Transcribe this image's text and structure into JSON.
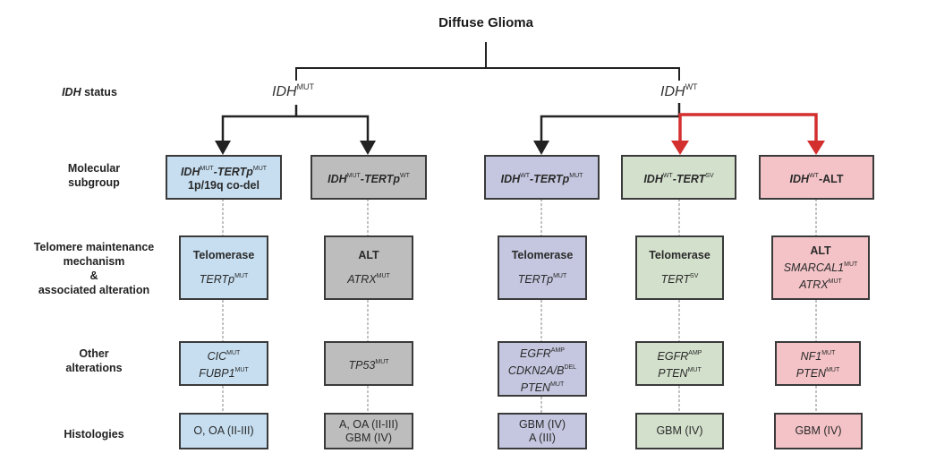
{
  "title": "Diffuse Glioma",
  "idh_branches": [
    {
      "base": "IDH",
      "sup": "MUT"
    },
    {
      "base": "IDH",
      "sup": "WT"
    }
  ],
  "row_labels": {
    "idh_status": {
      "italic": "IDH",
      "rest": " status"
    },
    "molecular_subgroup": [
      "Molecular",
      "subgroup"
    ],
    "telomere": [
      "Telomere maintenance",
      "mechanism",
      "&",
      "associated alteration"
    ],
    "other_alterations": [
      "Other",
      "alterations"
    ],
    "histologies": [
      "Histologies"
    ]
  },
  "colors": {
    "blue": "#c6def0",
    "gray": "#bdbdbd",
    "lavender": "#c4c7df",
    "green": "#d3e0cc",
    "pink": "#f3c3c7",
    "red_arrow": "#d32f2f",
    "black_arrow": "#222222"
  },
  "subgroups": [
    {
      "id": "idhmut-tertpmut",
      "name_parts": [
        {
          "t": "IDH"
        },
        {
          "s": "MUT"
        },
        {
          "t": "-TERTp"
        },
        {
          "s": "MUT"
        }
      ],
      "extra": "1p/19q co-del",
      "mechanism": "Telomerase",
      "mechanism_genes": [
        [
          {
            "t": "TERTp"
          },
          {
            "s": "MUT"
          }
        ]
      ],
      "other": [
        [
          {
            "t": "CIC"
          },
          {
            "s": "MUT"
          }
        ],
        [
          {
            "t": "FUBP1"
          },
          {
            "s": "MUT"
          }
        ]
      ],
      "histologies": [
        "O, OA (II-III)"
      ],
      "arrow": "black"
    },
    {
      "id": "idhmut-tertpwt",
      "name_parts": [
        {
          "t": "IDH"
        },
        {
          "s": "MUT"
        },
        {
          "t": "-TERTp"
        },
        {
          "s": "WT"
        }
      ],
      "extra": "",
      "mechanism": "ALT",
      "mechanism_genes": [
        [
          {
            "t": "ATRX"
          },
          {
            "s": "MUT"
          }
        ]
      ],
      "other": [
        [
          {
            "t": "TP53"
          },
          {
            "s": "MUT"
          }
        ]
      ],
      "histologies": [
        "A, OA (II-III)",
        "GBM (IV)"
      ],
      "arrow": "black"
    },
    {
      "id": "idhwt-tertpmut",
      "name_parts": [
        {
          "t": "IDH"
        },
        {
          "s": "WT"
        },
        {
          "t": "-TERTp"
        },
        {
          "s": "MUT"
        }
      ],
      "extra": "",
      "mechanism": "Telomerase",
      "mechanism_genes": [
        [
          {
            "t": "TERTp"
          },
          {
            "s": "MUT"
          }
        ]
      ],
      "other": [
        [
          {
            "t": "EGFR"
          },
          {
            "s": "AMP"
          }
        ],
        [
          {
            "t": "CDKN2A/B"
          },
          {
            "s": "DEL"
          }
        ],
        [
          {
            "t": "PTEN"
          },
          {
            "s": "MUT"
          }
        ]
      ],
      "histologies": [
        "GBM (IV)",
        "A (III)"
      ],
      "arrow": "black"
    },
    {
      "id": "idhwt-tertsv",
      "name_parts": [
        {
          "t": "IDH"
        },
        {
          "s": "WT"
        },
        {
          "t": "-TERT"
        },
        {
          "s": "SV"
        }
      ],
      "extra": "",
      "mechanism": "Telomerase",
      "mechanism_genes": [
        [
          {
            "t": "TERT"
          },
          {
            "s": "SV"
          }
        ]
      ],
      "other": [
        [
          {
            "t": "EGFR"
          },
          {
            "s": "AMP"
          }
        ],
        [
          {
            "t": "PTEN"
          },
          {
            "s": "MUT"
          }
        ]
      ],
      "histologies": [
        "GBM (IV)"
      ],
      "arrow": "red"
    },
    {
      "id": "idhwt-alt",
      "name_parts": [
        {
          "t": "IDH"
        },
        {
          "s": "WT"
        },
        {
          "t": "-ALT",
          "plain": true
        }
      ],
      "extra": "",
      "mechanism": "ALT",
      "mechanism_genes": [
        [
          {
            "t": "SMARCAL1"
          },
          {
            "s": "MUT"
          }
        ],
        [
          {
            "t": "ATRX"
          },
          {
            "s": "MUT"
          }
        ]
      ],
      "other": [
        [
          {
            "t": "NF1"
          },
          {
            "s": "MUT"
          }
        ],
        [
          {
            "t": "PTEN"
          },
          {
            "s": "MUT"
          }
        ]
      ],
      "histologies": [
        "GBM (IV)"
      ],
      "arrow": "red"
    }
  ]
}
